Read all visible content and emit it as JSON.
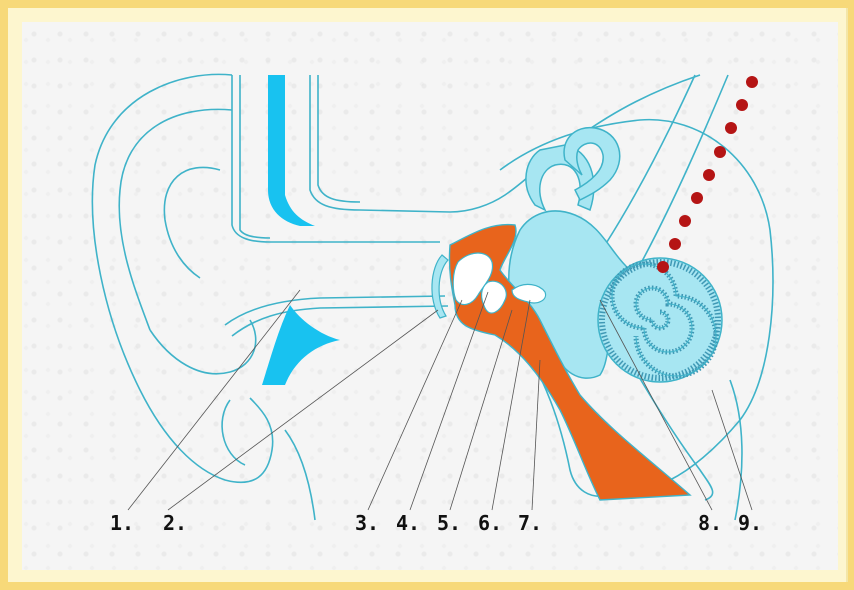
{
  "labels": [
    "1.",
    "2.",
    "3.",
    "4.",
    "5.",
    "6.",
    "7.",
    "8.",
    "9."
  ],
  "colors": {
    "outline": "#3fb3c9",
    "cyan_fill": "#18c2f0",
    "inner_ear": "#a7e6f2",
    "ossicle": "#e8641c",
    "nerve_dots": "#b51515",
    "leader": "#555555"
  }
}
